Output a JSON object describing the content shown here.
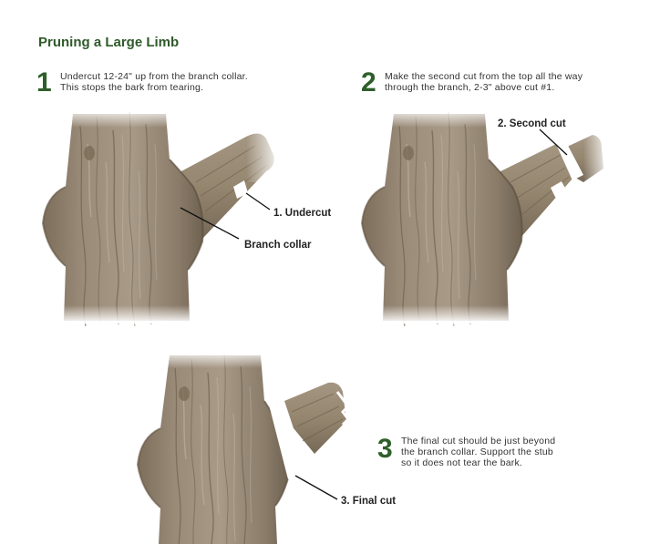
{
  "title": "Pruning a Large Limb",
  "steps": [
    {
      "number": "1",
      "line1": "Undercut 12-24\" up from the branch collar.",
      "line2": "This stops the bark from tearing.",
      "line3": ""
    },
    {
      "number": "2",
      "line1": "Make the second cut from the top all the way",
      "line2": "through the branch, 2-3\" above cut #1.",
      "line3": ""
    },
    {
      "number": "3",
      "line1": "The final cut should be just beyond",
      "line2": "the branch collar. Support the stub",
      "line3": "so it does not tear the bark."
    }
  ],
  "labels": {
    "undercut": "1. Undercut",
    "branch_collar": "Branch collar",
    "second_cut": "2. Second cut",
    "final_cut": "3. Final cut"
  },
  "colors": {
    "title": "#2f5a2a",
    "step_number": "#2e5f2a",
    "bark": "#8d7d6a",
    "bark_dark": "#6e604f",
    "bark_light": "#b2a594"
  }
}
